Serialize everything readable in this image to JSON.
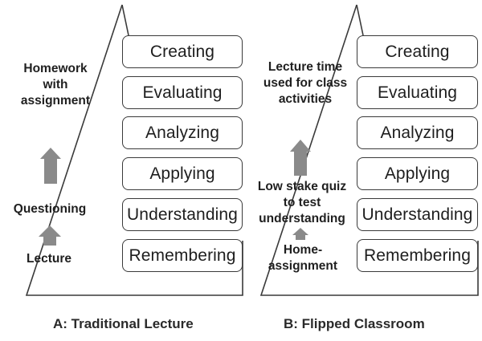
{
  "left_panel": {
    "levels": [
      "Creating",
      "Evaluating",
      "Analyzing",
      "Applying",
      "Understanding",
      "Remembering"
    ],
    "annotations": {
      "homework": "Homework\nwith\nassignment",
      "questioning": "Questioning",
      "lecture": "Lecture"
    },
    "caption": "A: Traditional Lecture"
  },
  "right_panel": {
    "levels": [
      "Creating",
      "Evaluating",
      "Analyzing",
      "Applying",
      "Understanding",
      "Remembering"
    ],
    "annotations": {
      "lecture_time": "Lecture time\nused for class\nactivities",
      "quiz": "Low stake quiz\nto test\nunderstanding",
      "home_assignment": "Home-\nassignment"
    },
    "caption": "B: Flipped Classroom"
  },
  "colors": {
    "arrow": "#8a8a8a",
    "outline": "#3a3a3a"
  }
}
